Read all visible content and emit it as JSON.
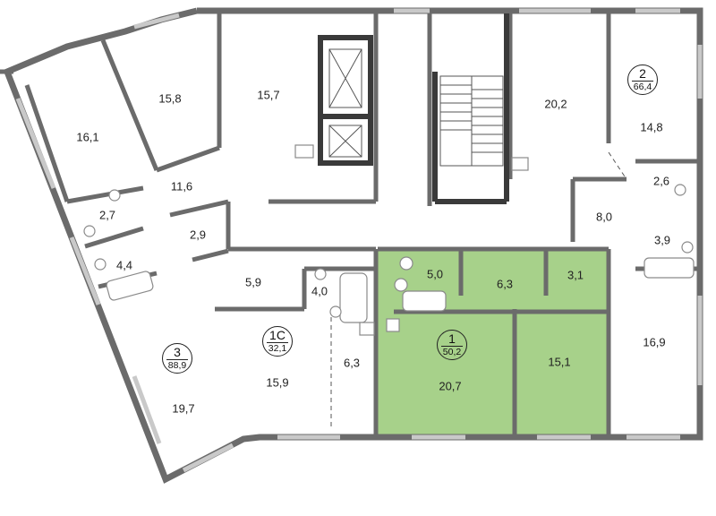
{
  "apartments": [
    {
      "number": "2",
      "area": "66,4"
    },
    {
      "number": "3",
      "area": "88,9"
    },
    {
      "number": "1С",
      "area": "32,1"
    },
    {
      "number": "1",
      "area": "50,2",
      "highlighted": true
    }
  ],
  "rooms": [
    "16,1",
    "15,8",
    "15,7",
    "20,2",
    "14,8",
    "2,6",
    "11,6",
    "2,7",
    "2,9",
    "4,4",
    "8,0",
    "3,9",
    "5,9",
    "4,0",
    "5,0",
    "6,3",
    "3,1",
    "16,9",
    "15,9",
    "6,3",
    "20,7",
    "15,1",
    "19,7"
  ],
  "colors": {
    "wall": "#6b6b6b",
    "highlight": "#a7d18a",
    "fixture": "#8a8a8a"
  }
}
